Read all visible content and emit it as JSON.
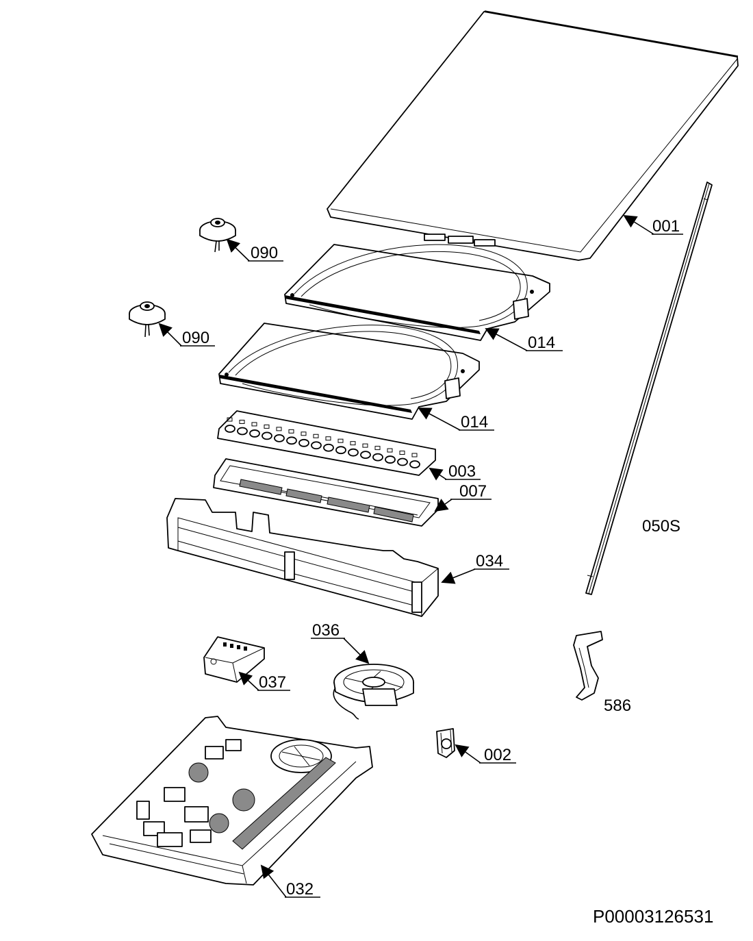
{
  "labels": {
    "glass": "001",
    "pcb_small": "002",
    "control_pcb": "003",
    "frame_upper": "007",
    "coil_support_1": "014",
    "coil_support_2": "014",
    "power_board": "032",
    "housing": "034",
    "fan": "036",
    "terminal_block": "037",
    "seal_strip": "050S",
    "bracket": "586",
    "sensor_1": "090",
    "sensor_2": "090"
  },
  "document_code": "P00003126531"
}
